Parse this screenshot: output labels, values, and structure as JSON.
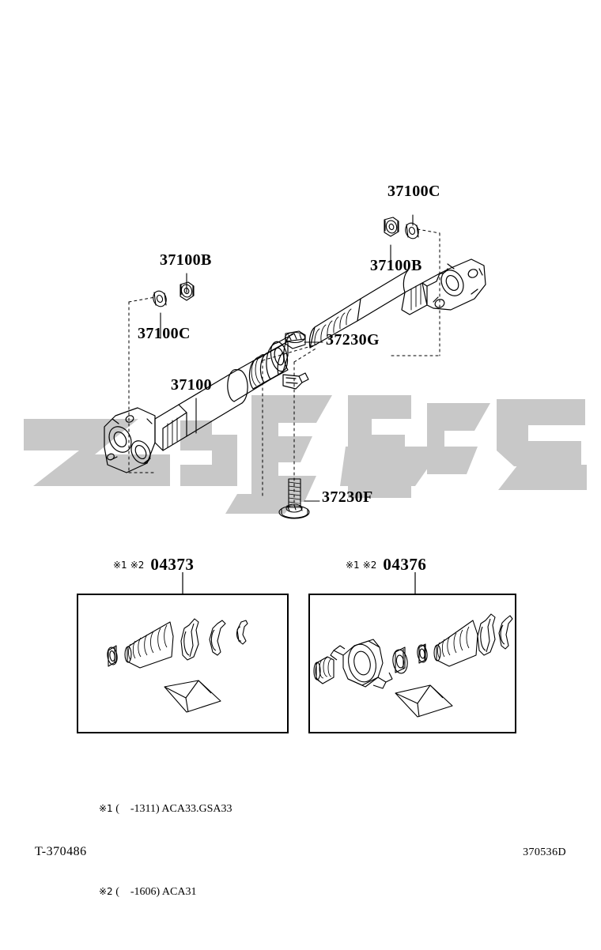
{
  "diagram": {
    "title_code": "370536D",
    "drawing_code": "T-370486",
    "labels": {
      "shaft": "37100",
      "nut_left": "37100B",
      "washer_left": "37100C",
      "washer_right": "37100C",
      "nut_right": "37100B",
      "nut_center": "37230G",
      "bolt_center": "37230F"
    },
    "watermark_color": "#c8c8c8",
    "line_color": "#000000"
  },
  "kits": {
    "left": {
      "mark1": "※1",
      "mark2": "※2",
      "code": "04373"
    },
    "right": {
      "mark1": "※1",
      "mark2": "※2",
      "code": "04376"
    }
  },
  "footnotes": [
    {
      "mark": "※1",
      "text": " (    -1311) ACA33.GSA33"
    },
    {
      "mark": "※2",
      "text": " (    -1606) ACA31"
    }
  ]
}
